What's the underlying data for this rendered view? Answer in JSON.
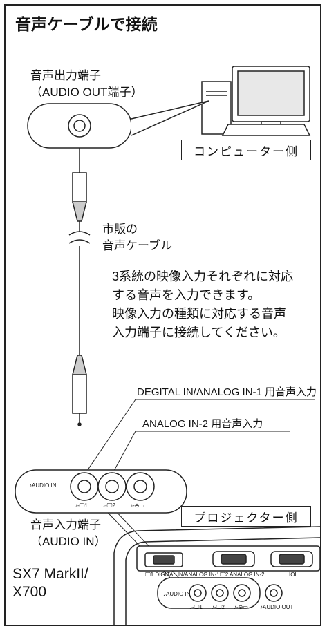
{
  "title": "音声ケーブルで接続",
  "audio_out": {
    "line1": "音声出力端子",
    "line2": "（AUDIO OUT端子）"
  },
  "computer_label": "コンピューター側",
  "cable": {
    "line1": "市販の",
    "line2": "音声ケーブル"
  },
  "description": [
    "3系統の映像入力それぞれに対応",
    "する音声を入力できます。",
    "映像入力の種類に対応する音声",
    "入力端子に接続してください。"
  ],
  "callout_1": "DEGITAL IN/ANALOG IN-1 用音声入力",
  "callout_2": "ANALOG IN-2 用音声入力",
  "panel": {
    "audio_in": "♪AUDIO IN",
    "jack1": "♪-🖵1",
    "jack2": "♪-🖵2",
    "jack3": "♪-⊖▭"
  },
  "audio_in": {
    "line1": "音声入力端子",
    "line2": "（AUDIO IN）"
  },
  "projector_label": "プロジェクター側",
  "model": {
    "line1": "SX7 MarkII/",
    "line2": "X700"
  },
  "rear_panel": {
    "digital_in": "🖵1 DIGITAL IN/ANALOG IN-1",
    "analog_in2": "🖵2 ANALOG IN-2",
    "ctrl": "IOI",
    "audio_in": "♪AUDIO IN",
    "jack1": "♪-🖵1",
    "jack2": "♪-🖵2",
    "jack3": "♪-⊖▭",
    "audio_out": "♪AUDIO OUT"
  }
}
